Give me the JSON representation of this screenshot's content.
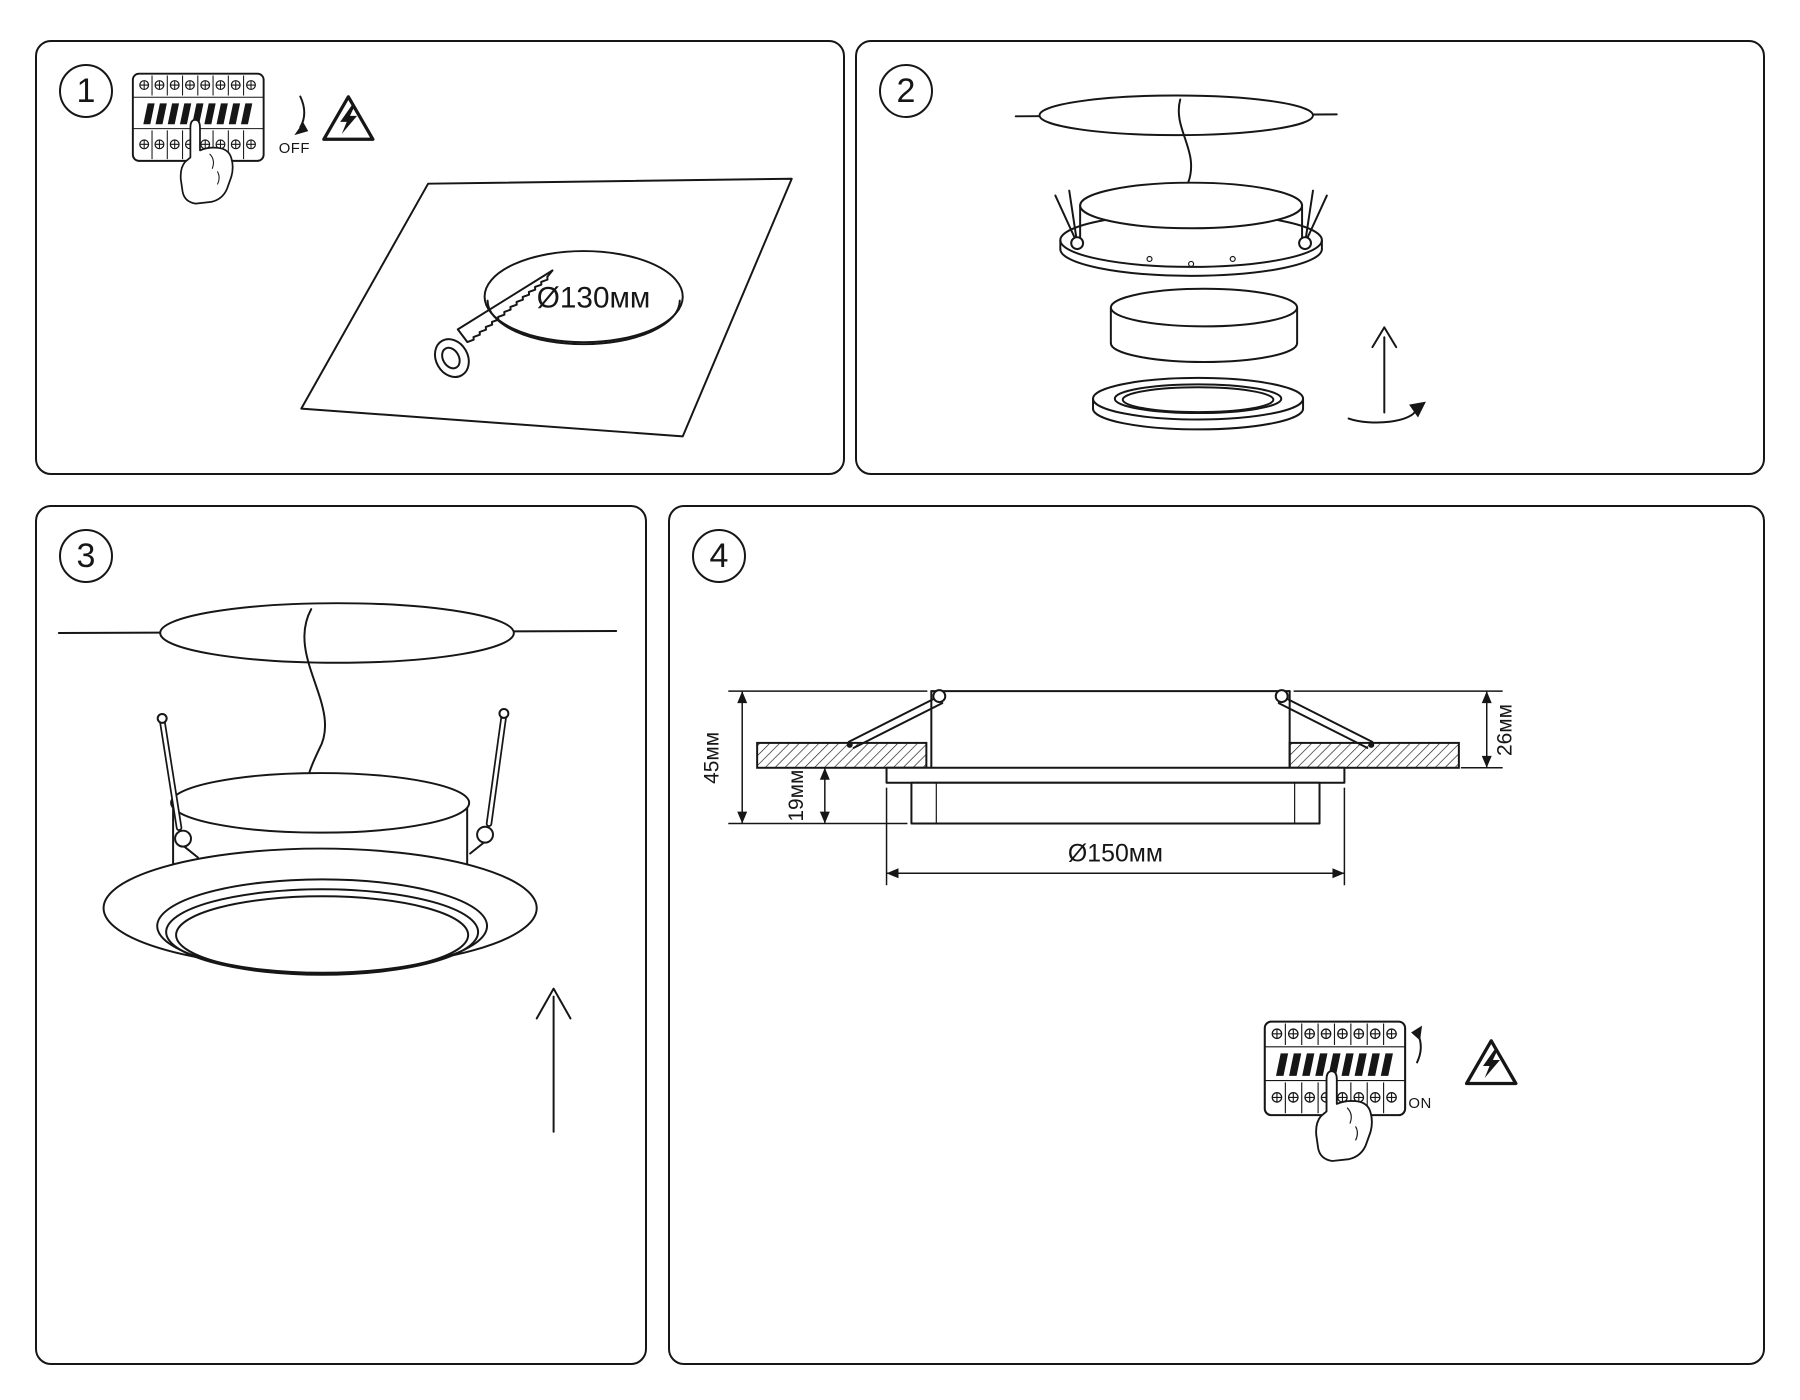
{
  "colors": {
    "line": "#161616",
    "background": "#ffffff"
  },
  "panels": {
    "step1": {
      "number": "1",
      "power_label": "OFF",
      "cutout_diameter_label": "Ø130мм"
    },
    "step2": {
      "number": "2"
    },
    "step3": {
      "number": "3"
    },
    "step4": {
      "number": "4",
      "power_label": "ON",
      "dim_total_height": "45мм",
      "dim_protrusion": "19мм",
      "dim_recess_depth": "26мм",
      "dim_flange_diameter": "Ø150мм"
    }
  }
}
